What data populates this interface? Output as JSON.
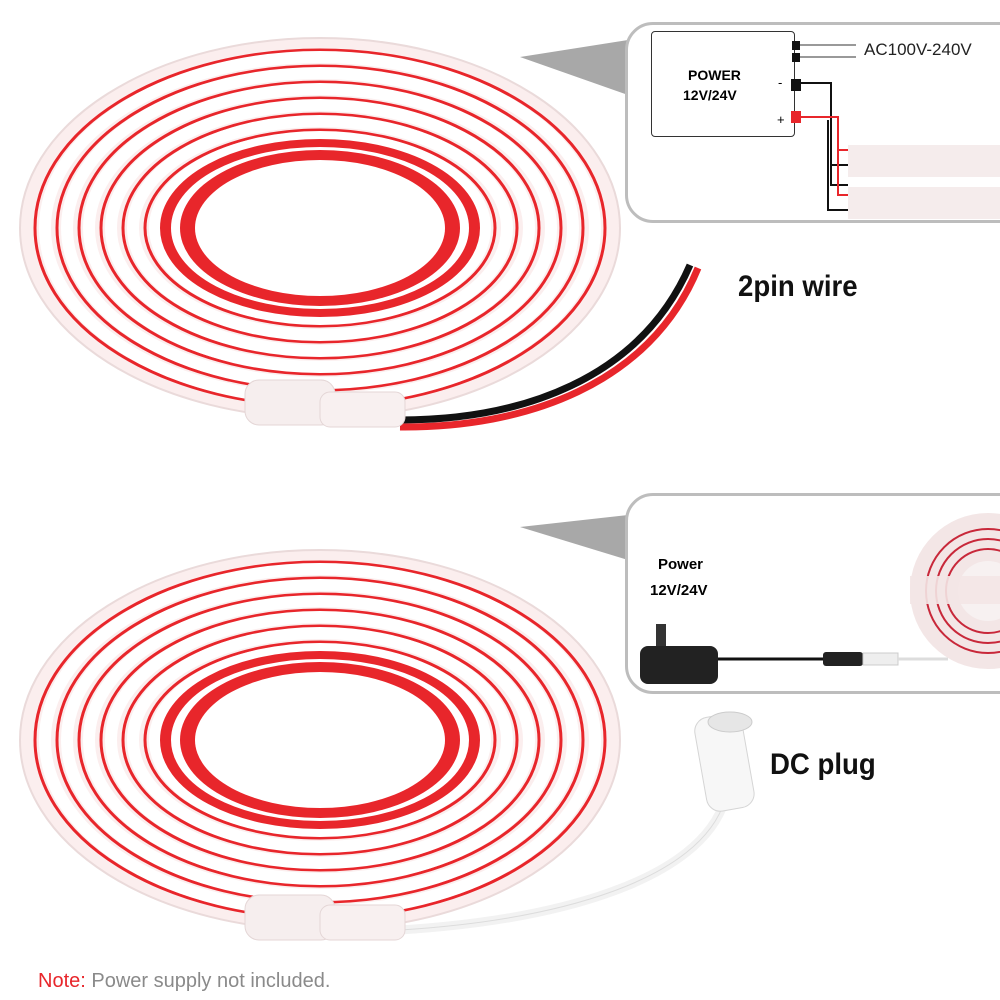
{
  "top_section": {
    "callout": {
      "power_label": "POWER",
      "voltage_label": "12V/24V",
      "ac_label": "AC100V-240V",
      "minus_label": "-",
      "plus_label": "+"
    },
    "connector_label": "2pin wire"
  },
  "bottom_section": {
    "callout": {
      "power_label": "Power",
      "voltage_label": "12V/24V"
    },
    "connector_label": "DC plug"
  },
  "note": {
    "prefix": "Note:",
    "text": " Power supply not included."
  },
  "colors": {
    "strip_red": "#e8262b",
    "strip_white": "#fbeeee",
    "callout_border": "#bdbdbd",
    "note_accent": "#e8262b"
  }
}
